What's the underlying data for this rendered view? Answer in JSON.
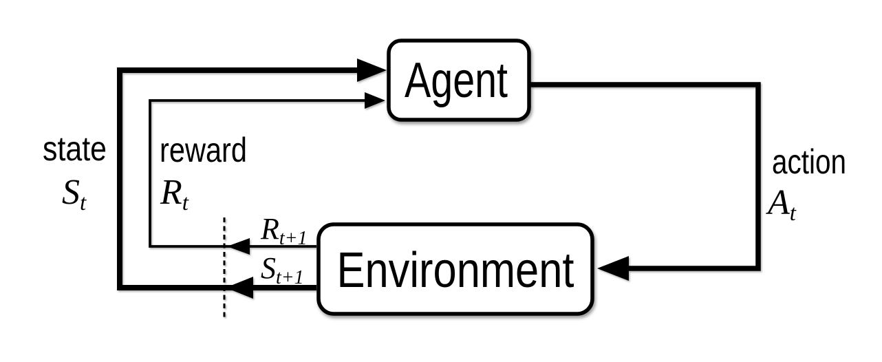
{
  "agent": {
    "label": "Agent"
  },
  "environment": {
    "label": "Environment"
  },
  "state": {
    "word": "state",
    "symbol": "S",
    "subscript": "t"
  },
  "reward": {
    "word": "reward",
    "symbol": "R",
    "subscript": "t"
  },
  "action": {
    "word": "action",
    "symbol": "A",
    "subscript": "t"
  },
  "next_reward": {
    "symbol": "R",
    "subscript": "t+1"
  },
  "next_state": {
    "symbol": "S",
    "subscript": "t+1"
  },
  "colors": {
    "ink": "#000000",
    "box_fill": "#ffffff",
    "background": "#ffffff"
  }
}
